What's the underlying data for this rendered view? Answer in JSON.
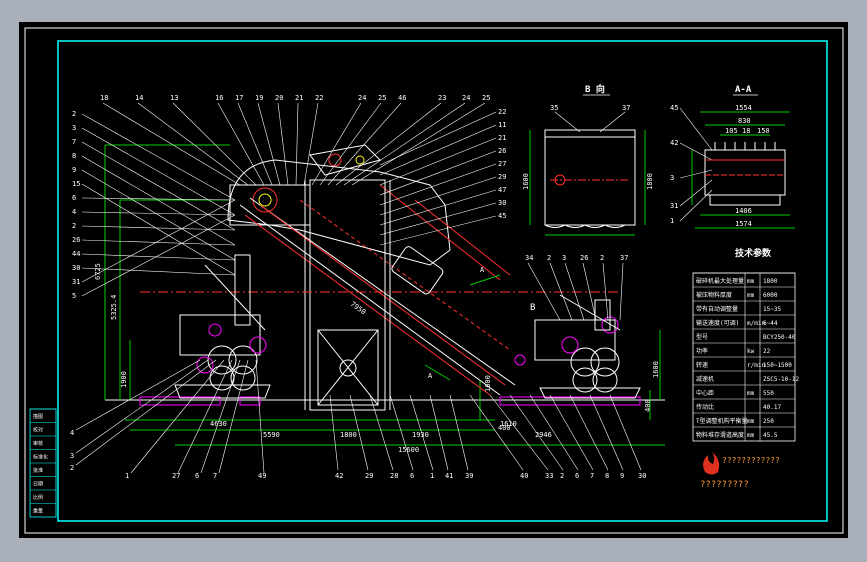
{
  "views": {
    "b_view": "B 向",
    "aa_view": "A-A",
    "tech_title": "技术参数",
    "section_a": "A",
    "section_b": "B"
  },
  "part_numbers": {
    "top_left": [
      "18",
      "14",
      "13",
      "16",
      "17",
      "19",
      "20",
      "21",
      "22",
      "24",
      "25",
      "46",
      "23",
      "24",
      "25"
    ],
    "left_column": [
      "2",
      "3",
      "7",
      "8",
      "9",
      "15",
      "6",
      "4",
      "2",
      "26",
      "44",
      "30",
      "31",
      "5"
    ],
    "right_column": [
      "22",
      "11",
      "21",
      "26",
      "27",
      "29",
      "47",
      "30",
      "45"
    ],
    "bottom_left": [
      "4",
      "3",
      "2",
      "1",
      "27",
      "6",
      "7",
      "49"
    ],
    "bottom_mid": [
      "42",
      "29",
      "28",
      "6",
      "1",
      "41",
      "39",
      "40",
      "33",
      "2",
      "6",
      "7",
      "8",
      "9",
      "30"
    ],
    "right_top": [
      "34",
      "2",
      "3",
      "26",
      "2",
      "37"
    ],
    "bview": [
      "35",
      "37"
    ],
    "aaview": [
      "45",
      "42",
      "3",
      "31",
      "1"
    ]
  },
  "dimensions": {
    "h1": "4630",
    "h2": "5590",
    "h3": "1800",
    "h4": "1930",
    "h5": "2946",
    "total": "15600",
    "v_left": "6725",
    "v_left2": "5325.4",
    "v_left3": "1900",
    "v_right1": "1600",
    "v_right2": "400",
    "inc": "7950",
    "b1": "1600",
    "aa_top": "1554",
    "aa_2": "830",
    "aa_3": "105",
    "aa_4": "18",
    "aa_5": "150",
    "aa_bot1": "1406",
    "aa_bot2": "1574",
    "b_dim1": "1600",
    "b_dim2": "1800",
    "mid1": "1610",
    "mid2": "400"
  },
  "tech_table": [
    [
      "破碎机最大处理量",
      "mm",
      "1800"
    ],
    [
      "被压物料厚度",
      "mm",
      "6000"
    ],
    [
      "带有自动调整量",
      "",
      "15~35"
    ],
    [
      "输送速度(可调)",
      "m/min",
      "6~44"
    ],
    [
      "型号",
      "",
      "BCY250-40"
    ],
    [
      "功率",
      "kw",
      "22"
    ],
    [
      "转速",
      "r/min",
      "150~1500"
    ],
    [
      "减速机",
      "",
      "ZSC5-10-12"
    ],
    [
      "中心距",
      "mm",
      "550"
    ],
    [
      "传动比",
      "",
      "40.17"
    ],
    [
      "T型调整机构平衡量",
      "mm",
      "250"
    ],
    [
      "物料堆存滑道高度",
      "mm",
      "45.5"
    ]
  ],
  "left_strip": [
    "描图",
    "校对",
    "审核",
    "标准化",
    "批准",
    "日期",
    "比例",
    "重量"
  ],
  "logo": {
    "text1": "????????????",
    "text2": "?????????"
  },
  "colors": {
    "background": "#000000",
    "frame": "#00ffff",
    "lines": "#ffffff",
    "green": "#00cc00",
    "red": "#ff3030",
    "magenta": "#ff00ff",
    "yellow": "#ffff00"
  }
}
